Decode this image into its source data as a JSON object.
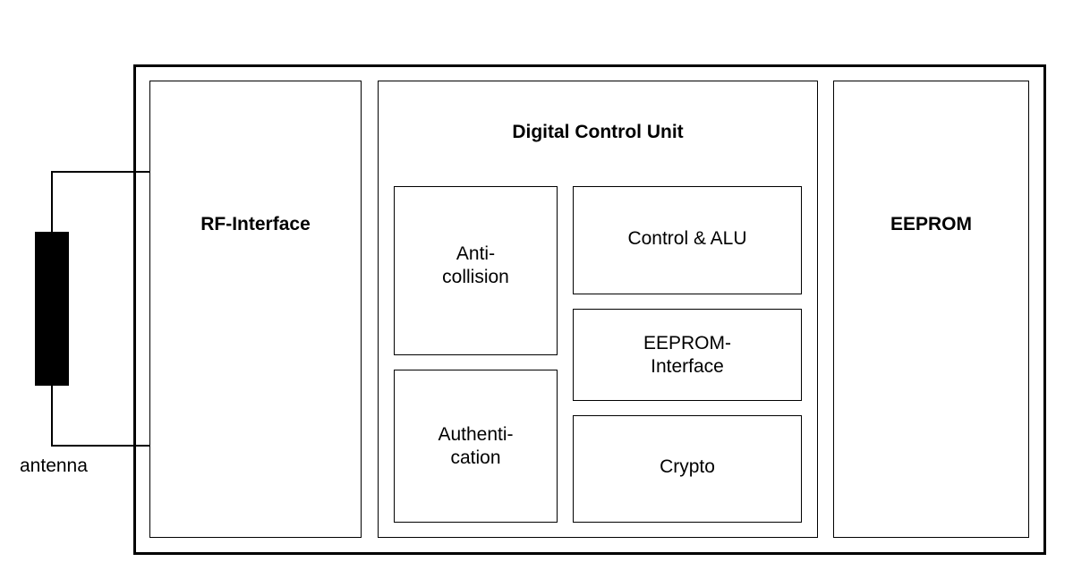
{
  "diagram": {
    "blocks": {
      "rf_interface": "RF-Interface",
      "digital_control_unit": "Digital Control Unit",
      "eeprom": "EEPROM",
      "anticollision": "Anti-\ncollision",
      "authentication": "Authenti-\ncation",
      "control_alu": "Control & ALU",
      "eeprom_interface": "EEPROM-\nInterface",
      "crypto": "Crypto"
    },
    "antenna_label": "antenna"
  }
}
